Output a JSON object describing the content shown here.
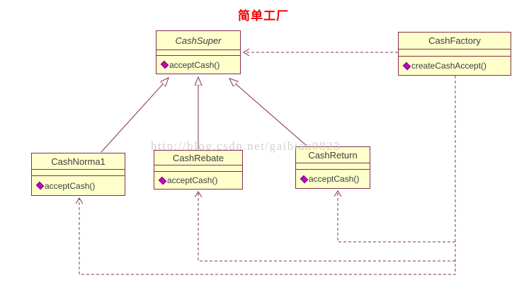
{
  "diagram": {
    "title": "简单工厂",
    "watermark": "http://blog.csdn.net/gaibian0823",
    "type": "uml-class-diagram",
    "colors": {
      "line": "#83304f",
      "box_fill": "#ffffcc",
      "box_border": "#83304f",
      "title_text": "#f00000",
      "method_icon": "#c603c6",
      "watermark": "#c8c8c8"
    },
    "classes": [
      {
        "name": "CashSuper",
        "abstract": true,
        "methods": [
          "acceptCash()"
        ]
      },
      {
        "name": "CashFactory",
        "abstract": false,
        "methods": [
          "createCashAccept()"
        ]
      },
      {
        "name": "CashNorma1",
        "abstract": false,
        "methods": [
          "acceptCash()"
        ]
      },
      {
        "name": "CashRebate",
        "abstract": false,
        "methods": [
          "acceptCash()"
        ]
      },
      {
        "name": "CashReturn",
        "abstract": false,
        "methods": [
          "acceptCash()"
        ]
      }
    ],
    "relations": [
      {
        "type": "generalization",
        "from": "CashNorma1",
        "to": "CashSuper"
      },
      {
        "type": "generalization",
        "from": "CashRebate",
        "to": "CashSuper"
      },
      {
        "type": "generalization",
        "from": "CashReturn",
        "to": "CashSuper"
      },
      {
        "type": "dependency",
        "from": "CashFactory",
        "to": "CashSuper"
      },
      {
        "type": "dependency",
        "from": "CashFactory",
        "to": "CashNorma1"
      },
      {
        "type": "dependency",
        "from": "CashFactory",
        "to": "CashRebate"
      },
      {
        "type": "dependency",
        "from": "CashFactory",
        "to": "CashReturn"
      }
    ]
  }
}
